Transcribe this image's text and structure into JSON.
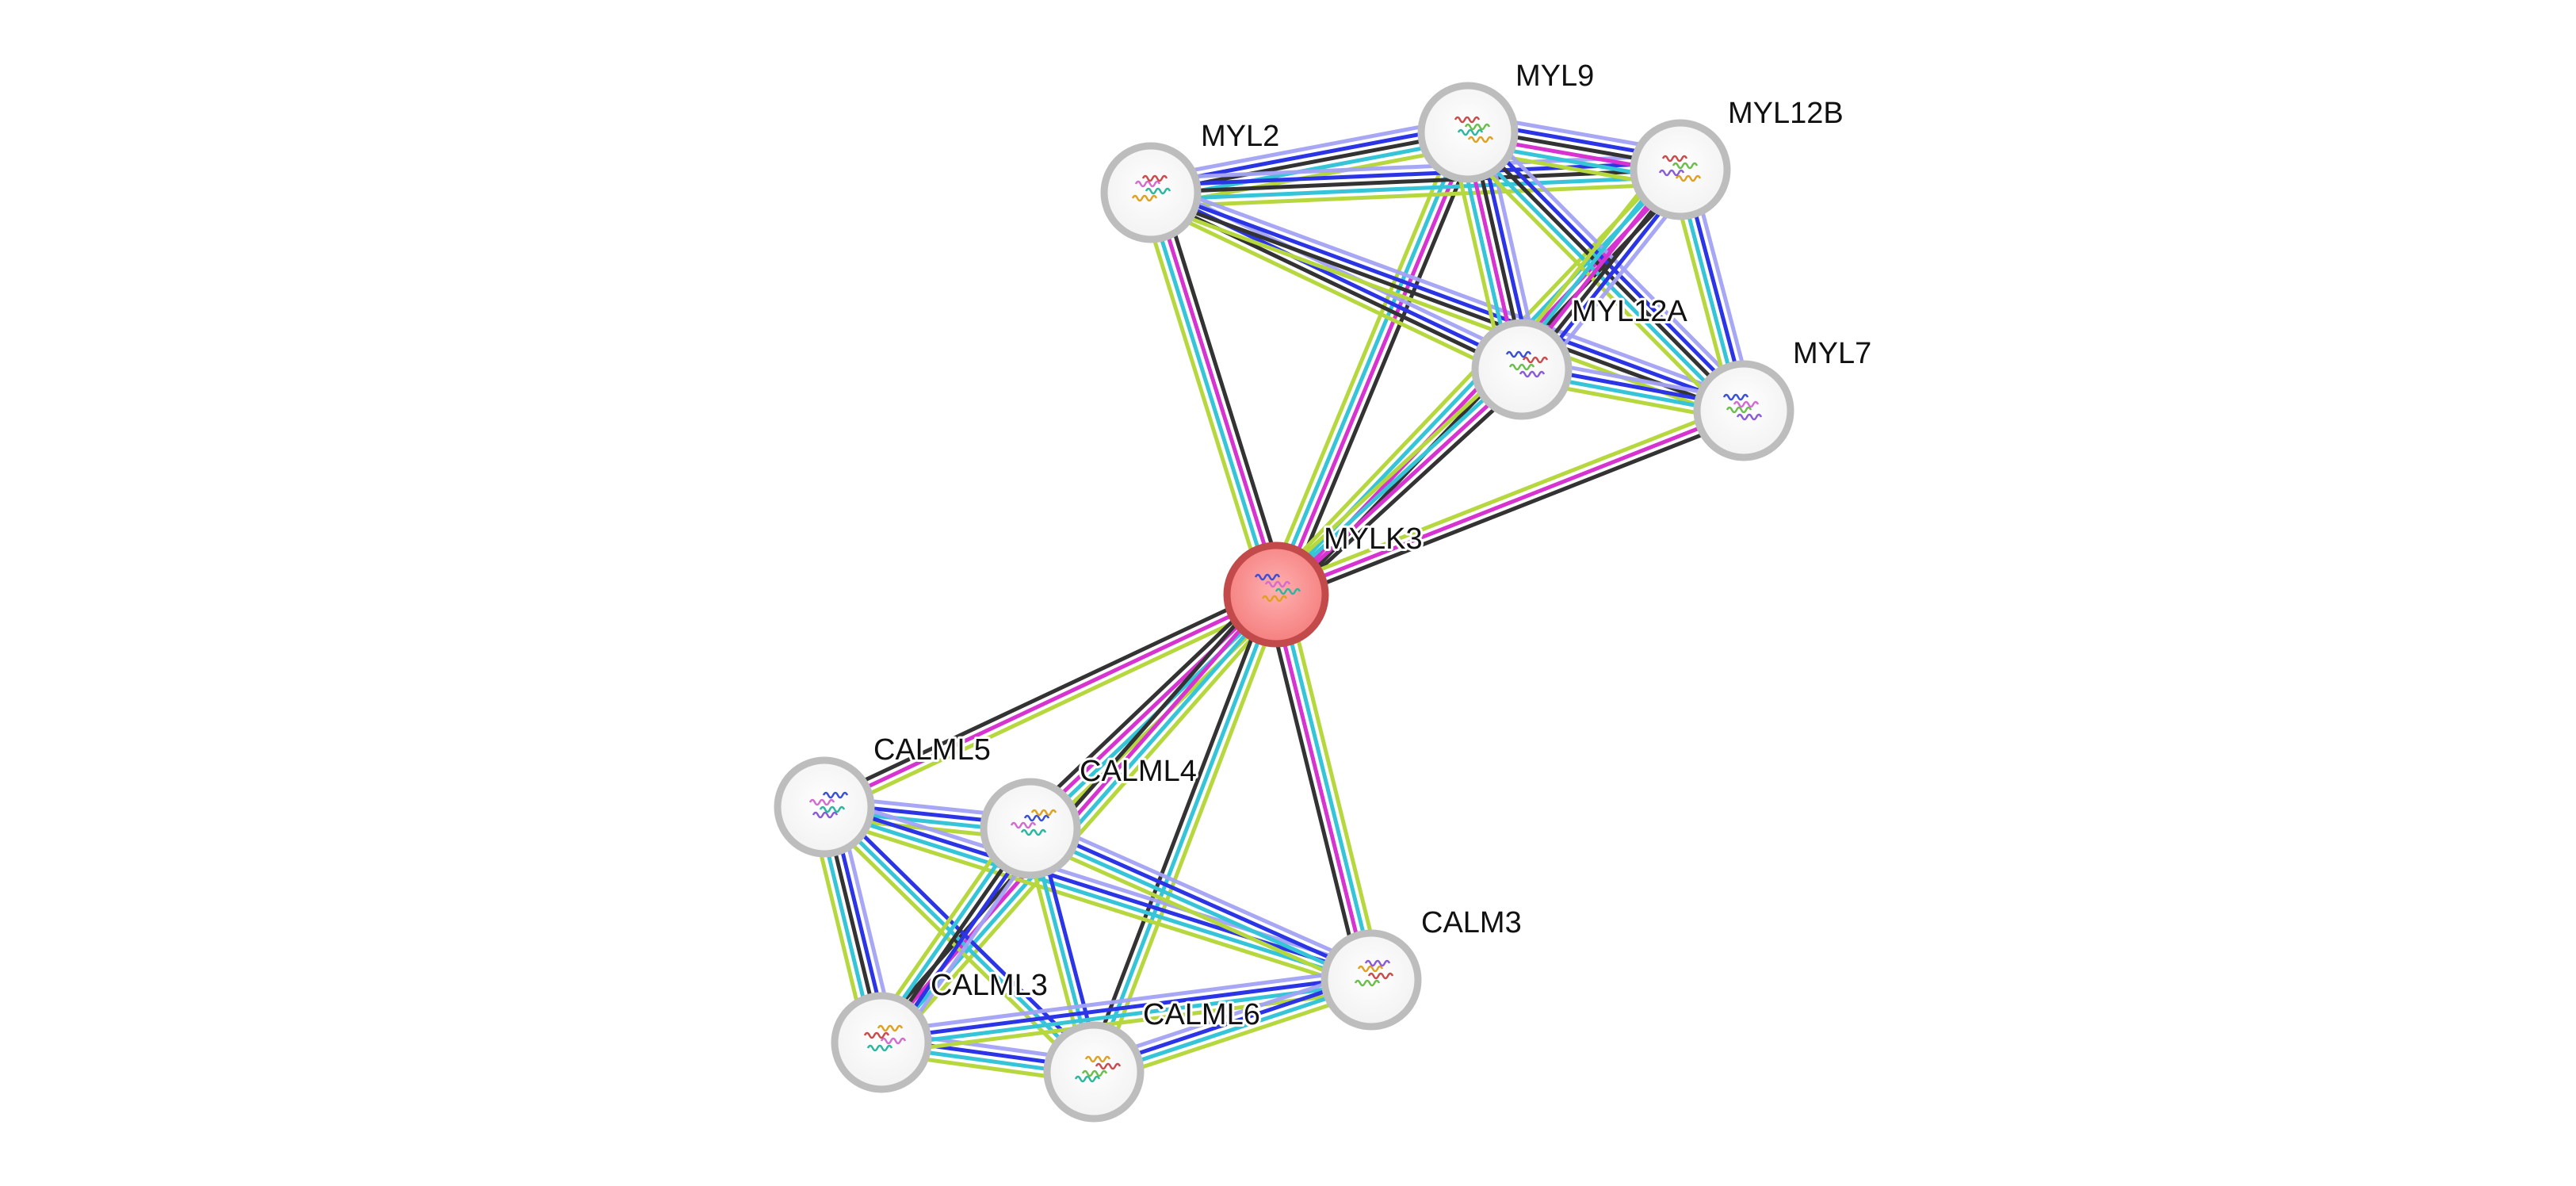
{
  "network": {
    "query_node": "MYLK3",
    "nodes": [
      {
        "id": "MYLK3",
        "label": "MYLK3",
        "query": true
      },
      {
        "id": "MYL2",
        "label": "MYL2"
      },
      {
        "id": "MYL9",
        "label": "MYL9"
      },
      {
        "id": "MYL12B",
        "label": "MYL12B"
      },
      {
        "id": "MYL12A",
        "label": "MYL12A"
      },
      {
        "id": "MYL7",
        "label": "MYL7"
      },
      {
        "id": "CALML5",
        "label": "CALML5"
      },
      {
        "id": "CALML4",
        "label": "CALML4"
      },
      {
        "id": "CALML3",
        "label": "CALML3"
      },
      {
        "id": "CALML6",
        "label": "CALML6"
      },
      {
        "id": "CALM3",
        "label": "CALM3"
      }
    ],
    "edge_colors": {
      "curated_database": "#36c5d8",
      "experimental": "#d633d1",
      "textmining": "#b6d83e",
      "coexpression": "#333333",
      "homology": "#a3a3f5",
      "cooccurrence": "#2b35e6"
    },
    "edges": [
      {
        "from": "MYLK3",
        "to": "MYL2",
        "evidence": [
          "textmining",
          "curated_database",
          "experimental",
          "coexpression"
        ]
      },
      {
        "from": "MYLK3",
        "to": "MYL9",
        "evidence": [
          "textmining",
          "curated_database",
          "experimental",
          "coexpression"
        ]
      },
      {
        "from": "MYLK3",
        "to": "MYL12B",
        "evidence": [
          "textmining",
          "curated_database",
          "experimental",
          "coexpression"
        ]
      },
      {
        "from": "MYLK3",
        "to": "MYL12A",
        "evidence": [
          "textmining",
          "curated_database",
          "experimental",
          "coexpression"
        ]
      },
      {
        "from": "MYLK3",
        "to": "MYL7",
        "evidence": [
          "textmining",
          "experimental",
          "coexpression"
        ]
      },
      {
        "from": "MYLK3",
        "to": "CALML5",
        "evidence": [
          "textmining",
          "experimental",
          "coexpression"
        ]
      },
      {
        "from": "MYLK3",
        "to": "CALML4",
        "evidence": [
          "textmining",
          "curated_database",
          "experimental",
          "coexpression"
        ]
      },
      {
        "from": "MYLK3",
        "to": "CALML3",
        "evidence": [
          "textmining",
          "curated_database",
          "experimental",
          "coexpression"
        ]
      },
      {
        "from": "MYLK3",
        "to": "CALML6",
        "evidence": [
          "textmining",
          "curated_database",
          "coexpression"
        ]
      },
      {
        "from": "MYLK3",
        "to": "CALM3",
        "evidence": [
          "textmining",
          "curated_database",
          "experimental",
          "coexpression"
        ]
      },
      {
        "from": "MYL2",
        "to": "MYL9",
        "evidence": [
          "homology",
          "cooccurrence",
          "coexpression",
          "curated_database",
          "textmining"
        ]
      },
      {
        "from": "MYL2",
        "to": "MYL12B",
        "evidence": [
          "homology",
          "cooccurrence",
          "coexpression",
          "curated_database",
          "textmining"
        ]
      },
      {
        "from": "MYL2",
        "to": "MYL12A",
        "evidence": [
          "homology",
          "cooccurrence",
          "coexpression",
          "textmining"
        ]
      },
      {
        "from": "MYL2",
        "to": "MYL7",
        "evidence": [
          "homology",
          "cooccurrence",
          "coexpression",
          "textmining"
        ]
      },
      {
        "from": "MYL9",
        "to": "MYL12B",
        "evidence": [
          "homology",
          "cooccurrence",
          "coexpression",
          "experimental",
          "curated_database",
          "textmining"
        ]
      },
      {
        "from": "MYL9",
        "to": "MYL12A",
        "evidence": [
          "homology",
          "cooccurrence",
          "coexpression",
          "experimental",
          "curated_database",
          "textmining"
        ]
      },
      {
        "from": "MYL9",
        "to": "MYL7",
        "evidence": [
          "homology",
          "cooccurrence",
          "coexpression",
          "curated_database",
          "textmining"
        ]
      },
      {
        "from": "MYL12B",
        "to": "MYL12A",
        "evidence": [
          "homology",
          "cooccurrence",
          "coexpression",
          "experimental",
          "curated_database",
          "textmining"
        ]
      },
      {
        "from": "MYL12B",
        "to": "MYL7",
        "evidence": [
          "homology",
          "cooccurrence",
          "curated_database",
          "textmining"
        ]
      },
      {
        "from": "MYL12A",
        "to": "MYL7",
        "evidence": [
          "homology",
          "cooccurrence",
          "curated_database",
          "textmining"
        ]
      },
      {
        "from": "CALML5",
        "to": "CALML4",
        "evidence": [
          "homology",
          "cooccurrence",
          "curated_database",
          "textmining"
        ]
      },
      {
        "from": "CALML5",
        "to": "CALML3",
        "evidence": [
          "homology",
          "cooccurrence",
          "coexpression",
          "curated_database",
          "textmining"
        ]
      },
      {
        "from": "CALML5",
        "to": "CALML6",
        "evidence": [
          "cooccurrence",
          "curated_database",
          "textmining"
        ]
      },
      {
        "from": "CALML5",
        "to": "CALM3",
        "evidence": [
          "homology",
          "cooccurrence",
          "curated_database",
          "textmining"
        ]
      },
      {
        "from": "CALML4",
        "to": "CALML3",
        "evidence": [
          "homology",
          "cooccurrence",
          "coexpression",
          "curated_database",
          "textmining"
        ]
      },
      {
        "from": "CALML4",
        "to": "CALML6",
        "evidence": [
          "cooccurrence",
          "curated_database",
          "textmining"
        ]
      },
      {
        "from": "CALML4",
        "to": "CALM3",
        "evidence": [
          "homology",
          "cooccurrence",
          "curated_database",
          "textmining"
        ]
      },
      {
        "from": "CALML3",
        "to": "CALML6",
        "evidence": [
          "homology",
          "cooccurrence",
          "curated_database",
          "textmining"
        ]
      },
      {
        "from": "CALML3",
        "to": "CALM3",
        "evidence": [
          "homology",
          "cooccurrence",
          "curated_database",
          "textmining"
        ]
      },
      {
        "from": "CALML6",
        "to": "CALM3",
        "evidence": [
          "homology",
          "cooccurrence",
          "curated_database",
          "textmining"
        ]
      }
    ]
  }
}
